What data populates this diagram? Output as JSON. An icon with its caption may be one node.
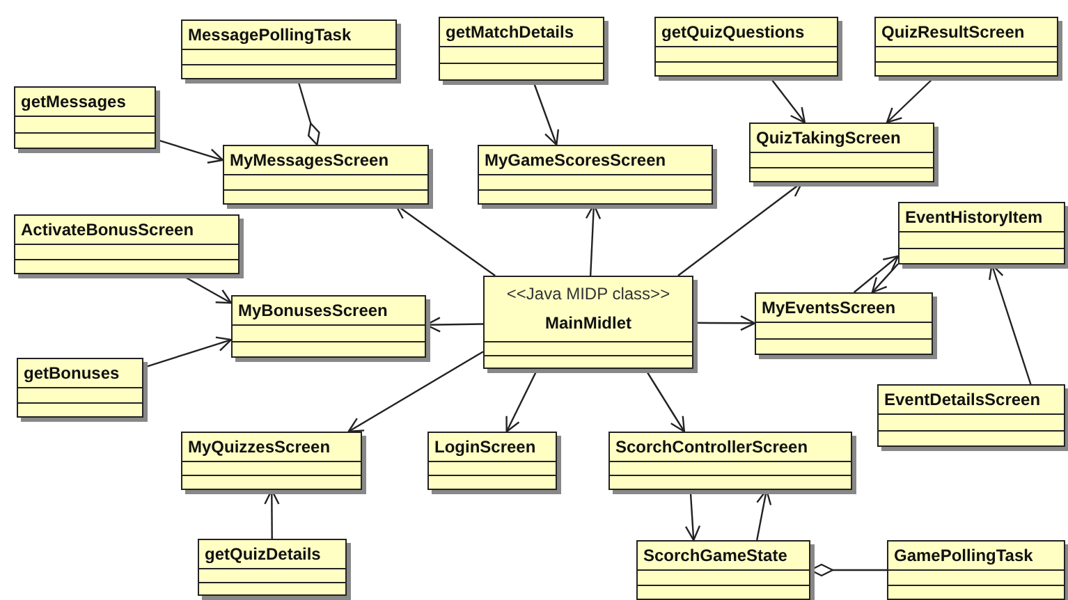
{
  "diagram": {
    "nodes": [
      {
        "text": [
          "MessagePollingTask"
        ]
      },
      {
        "text": [
          "getMatchDetails"
        ]
      },
      {
        "text": [
          "getQuizQuestions"
        ]
      },
      {
        "text": [
          "QuizResultScreen"
        ]
      },
      {
        "text": [
          "getMessages"
        ]
      },
      {
        "text": [
          "MyMessagesScreen"
        ]
      },
      {
        "text": [
          "MyGameScoresScreen"
        ]
      },
      {
        "text": [
          "QuizTakingScreen"
        ]
      },
      {
        "text": [
          "EventHistoryItem"
        ]
      },
      {
        "text": [
          "ActivateBonusScreen"
        ]
      },
      {
        "text": [
          "MyBonusesScreen"
        ]
      },
      {
        "text": [
          "<<Java MIDP class>>",
          "MainMidlet"
        ]
      },
      {
        "text": [
          "MyEventsScreen"
        ]
      },
      {
        "text": [
          "getBonuses"
        ]
      },
      {
        "text": [
          "EventDetailsScreen"
        ]
      },
      {
        "text": [
          "MyQuizzesScreen"
        ]
      },
      {
        "text": [
          "LoginScreen"
        ]
      },
      {
        "text": [
          "ScorchControllerScreen"
        ]
      },
      {
        "text": [
          "getQuizDetails"
        ]
      },
      {
        "text": [
          "ScorchGameState"
        ]
      },
      {
        "text": [
          "GamePollingTask"
        ]
      }
    ],
    "edges": [
      {
        "from": 0,
        "to": 5,
        "arrow": "other"
      },
      {
        "from": 4,
        "to": 5,
        "arrow": "to"
      },
      {
        "from": 1,
        "to": 6,
        "arrow": "to"
      },
      {
        "from": 2,
        "to": 7,
        "arrow": "to"
      },
      {
        "from": 3,
        "to": 7,
        "arrow": "to"
      },
      {
        "from": 11,
        "to": 5,
        "arrow": "to"
      },
      {
        "from": 11,
        "to": 6,
        "arrow": "to"
      },
      {
        "from": 11,
        "to": 7,
        "arrow": "to"
      },
      {
        "from": 9,
        "to": 10,
        "arrow": "to"
      },
      {
        "from": 13,
        "to": 10,
        "arrow": "to"
      },
      {
        "from": 11,
        "to": 10,
        "arrow": "to"
      },
      {
        "from": 11,
        "to": 12,
        "arrow": "to"
      },
      {
        "from": 12,
        "to": 8,
        "arrow": "to"
      },
      {
        "from": 8,
        "to": 12,
        "arrow": "to"
      },
      {
        "from": 14,
        "to": 8,
        "arrow": "to"
      },
      {
        "from": 11,
        "to": 15,
        "arrow": "to"
      },
      {
        "from": 11,
        "to": 16,
        "arrow": "to"
      },
      {
        "from": 11,
        "to": 17,
        "arrow": "to"
      },
      {
        "from": 18,
        "to": 15,
        "arrow": "to"
      },
      {
        "from": 17,
        "to": 19,
        "arrow": "to"
      },
      {
        "from": 19,
        "to": 17,
        "arrow": "to"
      },
      {
        "from": 20,
        "to": 19,
        "arrow": "other"
      }
    ]
  }
}
